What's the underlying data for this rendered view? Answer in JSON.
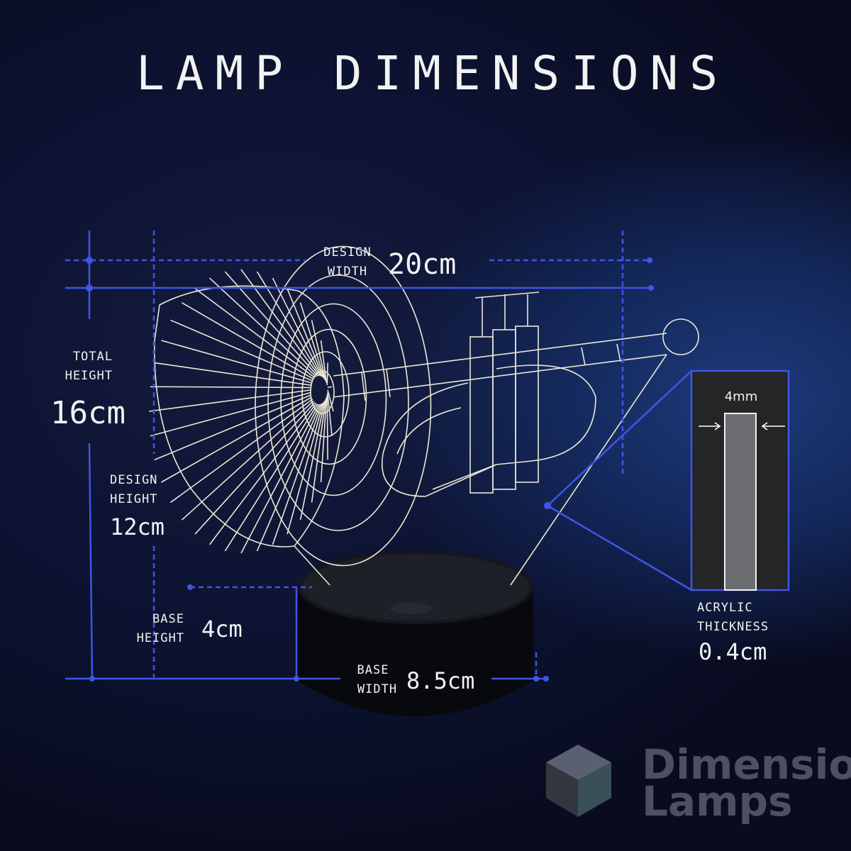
{
  "title": "LAMP DIMENSIONS",
  "design_width": {
    "label_line1": "DESIGN",
    "label_line2": "WIDTH",
    "value": "20cm"
  },
  "total_height": {
    "label_line1": "TOTAL",
    "label_line2": "HEIGHT",
    "value": "16cm"
  },
  "design_height": {
    "label_line1": "DESIGN",
    "label_line2": "HEIGHT",
    "value": "12cm"
  },
  "base_height": {
    "label_line1": "BASE",
    "label_line2": "HEIGHT",
    "value": "4cm"
  },
  "base_width": {
    "label_line1": "BASE",
    "label_line2": "WIDTH",
    "value": "8.5cm"
  },
  "acrylic": {
    "label_line1": "ACRYLIC",
    "label_line2": "THICKNESS",
    "value": "0.4cm",
    "inset_label": "4mm"
  },
  "logo": {
    "line1": "Dimension",
    "line2": "Lamps"
  },
  "colors": {
    "dimension_lines": "#3f55e8",
    "wireframe": "#ece8d6",
    "background": "#0c1230"
  }
}
